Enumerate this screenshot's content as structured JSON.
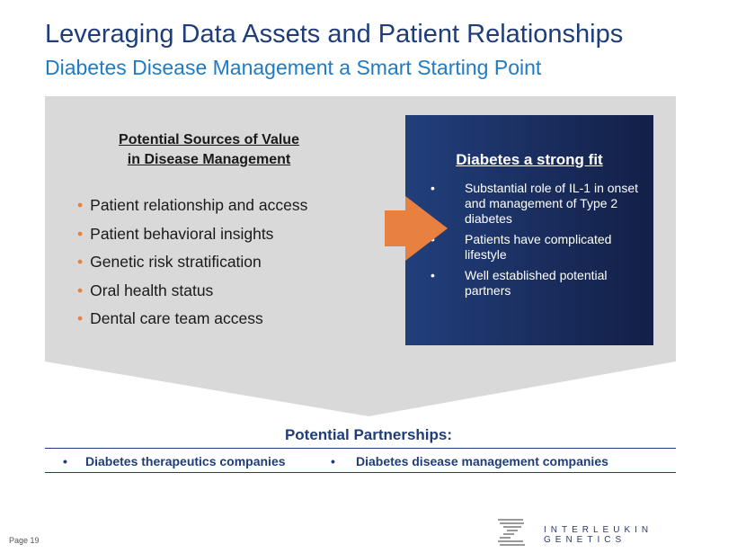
{
  "header": {
    "title": "Leveraging Data Assets and Patient Relationships",
    "subtitle": "Diabetes Disease Management a Smart Starting Point"
  },
  "left": {
    "heading_line1": "Potential Sources of Value",
    "heading_line2": "in Disease Management",
    "bullet": "•",
    "items": [
      "Patient relationship and access",
      "Patient behavioral insights",
      "Genetic risk stratification",
      "Oral health status",
      "Dental care team access"
    ]
  },
  "fit": {
    "heading": "Diabetes a strong fit",
    "items": [
      "Substantial role of IL-1 in onset and management of Type 2 diabetes",
      "Patients have complicated lifestyle",
      "Well established potential partners"
    ]
  },
  "partnerships": {
    "heading": "Potential Partnerships:",
    "bullet": "•",
    "items": [
      "Diabetes therapeutics companies",
      "Diabetes disease management companies"
    ]
  },
  "footer": {
    "page_label": "Page",
    "page_number": "19",
    "company": "INTERLEUKIN GENETICS"
  },
  "colors": {
    "title": "#1f3d7a",
    "subtitle": "#1e7bc4",
    "accent": "#e8803f",
    "panel": "#d9d9d9"
  }
}
